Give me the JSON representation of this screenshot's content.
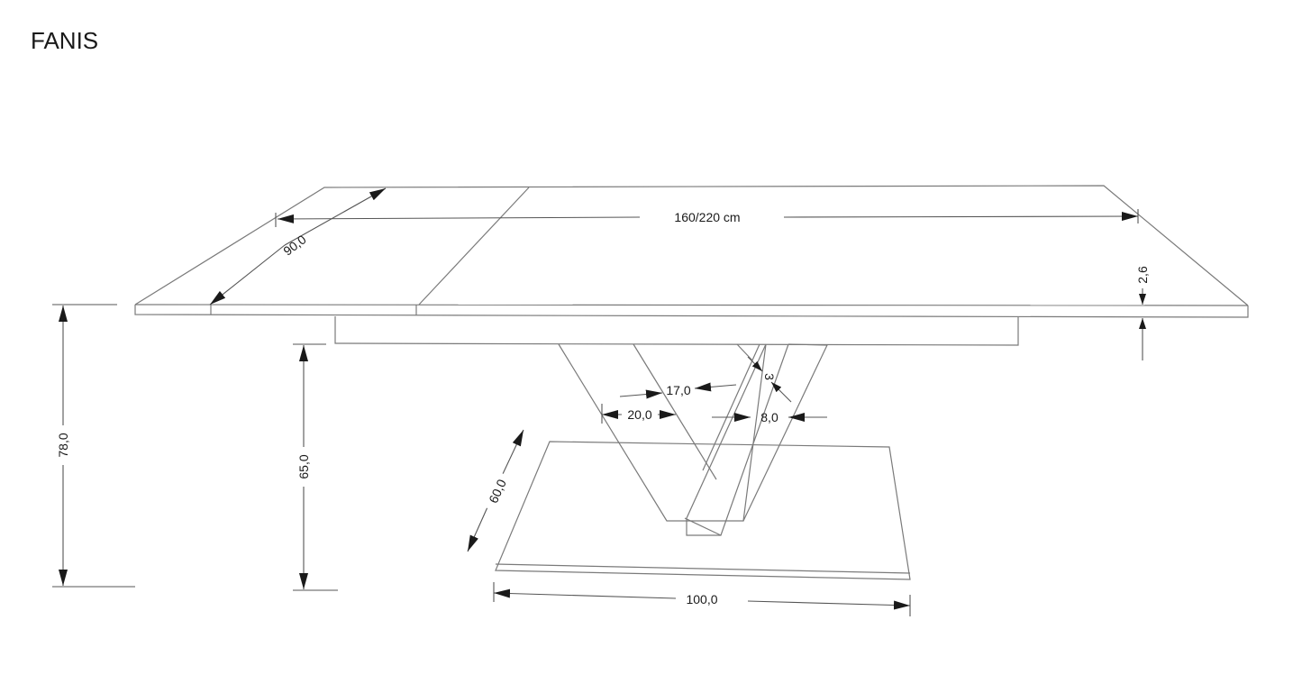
{
  "title": "FANIS",
  "dimensions": {
    "length": "160/220 cm",
    "depth": "90,0",
    "top_thickness": "2,6",
    "total_height": "78,0",
    "leg_height": "65,0",
    "base_depth": "60,0",
    "base_width": "100,0",
    "leg_width_top": "17,0",
    "leg_width_bottom": "20,0",
    "leg_thickness": "8,0",
    "leg_gap": "3"
  },
  "colors": {
    "lines": "#7a7a7a",
    "dimension_lines": "#555555",
    "arrows": "#1a1a1a",
    "text": "#1a1a1a"
  }
}
